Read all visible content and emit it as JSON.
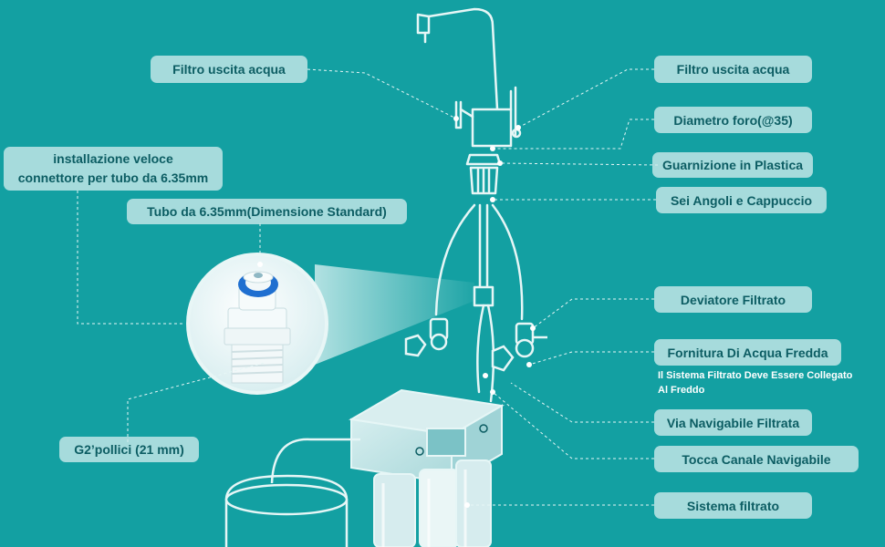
{
  "labels": {
    "filtro_uscita_sx": "Filtro uscita acqua",
    "filtro_uscita_dx": "Filtro uscita acqua",
    "installazione_l1": "installazione veloce",
    "installazione_l2": "connettore per tubo da 6.35mm",
    "tubo": "Tubo da 6.35mm(Dimensione Standard)",
    "g2": "G2’pollici (21 mm)",
    "diametro": "Diametro foro(@35)",
    "guarnizione": "Guarnizione in Plastica",
    "sei_angoli": "Sei Angoli e Cappuccio",
    "deviatore": "Deviatore Filtrato",
    "fornitura": "Fornitura Di Acqua Fredda",
    "nota_l1": "Il Sistema Filtrato Deve Essere Collegato",
    "nota_l2": "Al Freddo",
    "via_navigabile": "Via Navigabile Filtrata",
    "tocca_canale": "Tocca Canale Navigabile",
    "sistema": "Sistema filtrato"
  },
  "colors": {
    "background": "#13a0a2",
    "label_bg": "#cfecec",
    "label_text": "#0c5d63",
    "line": "#e6f6f6"
  },
  "icons": {
    "faucet": "kitchen-faucet-illustration",
    "connector": "quick-connect-fitting",
    "valve": "angle-valve",
    "filter": "ro-filter-system",
    "tank": "pressure-tank"
  }
}
